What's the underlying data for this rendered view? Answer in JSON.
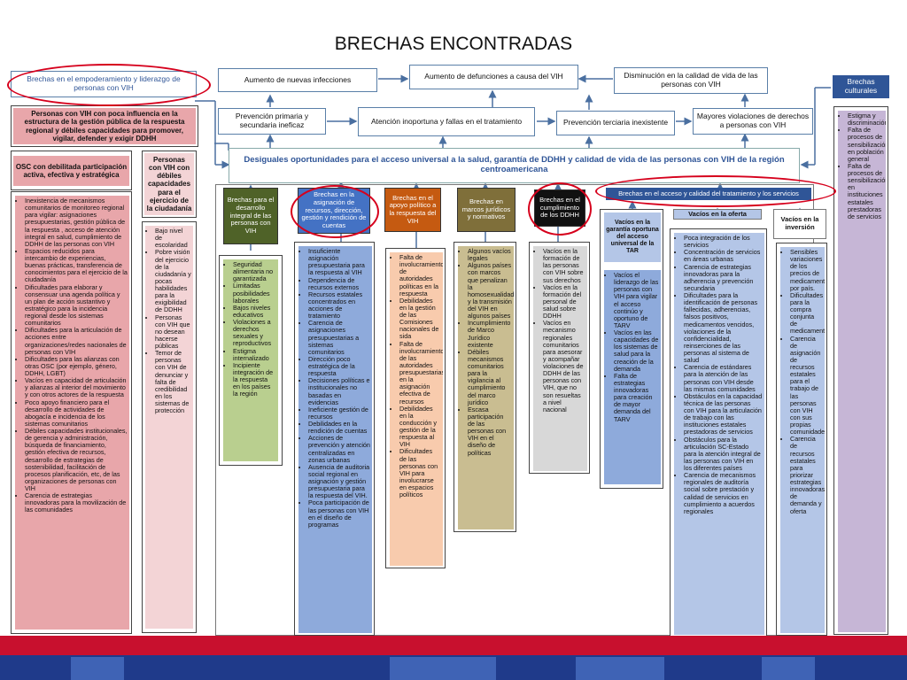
{
  "title": "BRECHAS ENCONTRADAS",
  "top_left_header": "Brechas en el empoderamiento y liderazgo de personas con VIH",
  "top_right_header": "Brechas culturales",
  "effects": {
    "aumento_infecciones": "Aumento de nuevas infecciones",
    "aumento_defunciones": "Aumento de defunciones a causa del VIH",
    "disminucion_calidad": "Disminución en la calidad de vida de las personas con VIH",
    "prevencion_primaria": "Prevención primaria y secundaria ineficaz",
    "atencion_inoportuna": "Atención inoportuna y fallas en el tratamiento",
    "prevencion_terciaria": "Prevención terciaria inexistente",
    "mayores_violaciones": "Mayores violaciones de derechos a personas con VIH"
  },
  "central_banner": "Desiguales oportunidades para el acceso universal a la salud, garantía de DDHH y calidad de vida de las personas con VIH de la región centroamericana",
  "left": {
    "personas_header": "Personas con VIH con poca influencia en la estructura de la gestión pública de la respuesta regional y débiles capacidades para promover, vigilar, defender y exigir DDHH",
    "osc_header": "OSC con debilitada participación activa, efectiva y estratégica",
    "personas_debiles_header": "Personas con VIH con débiles capacidades para el ejercicio de la ciudadanía",
    "osc_items": [
      "Inexistencia de mecanismos comunitarios de monitoreo regional para vigilar: asignaciones presupuestarias, gestión pública de la respuesta , acceso de atención integral en salud, cumplimiento de DDHH de las personas con VIH",
      "Espacios reducidos para intercambio de experiencias, buenas prácticas, transferencia de conocimientos para el ejercicio de la ciudadanía",
      "Dificultades para elaborar y consensuar una agenda política y un plan de acción sustantivo y estratégico para la incidencia regional desde los sistemas comunitarios",
      "Dificultades para la articulación de acciones entre organizaciones/redes nacionales de personas con VIH",
      "Dificultades para las alianzas con otras OSC (por ejemplo, género, DDHH, LGBT)",
      "Vacíos en capacidad de articulación y alianzas al interior del movimiento y con otros actores de la respuesta",
      "Poco apoyo financiero para el desarrollo de actividades de abogacía e incidencia de los sistemas comunitarios",
      "Débiles capacidades institucionales, de gerencia y administración, búsqueda de financiamiento, gestión efectiva de recursos, desarrollo de estrategias de sostenibilidad, facilitación de procesos planificación, etc, de las organizaciones  de personas con VIH",
      "Carencia de estrategias innovadoras para la movilización de las comunidades"
    ],
    "ciudadania_items": [
      "Bajo nivel de escolaridad",
      "Pobre visión del ejercicio de la ciudadanía y pocas habilidades para la exigibilidad de DDHH",
      "Personas con VIH que no desean hacerse públicas",
      "Temor de personas con VIH de denunciar y falta de credibilidad en los sistemas de protección"
    ]
  },
  "columns": {
    "desarrollo_header": "Brechas para el desarrollo integral de las personas con VIH",
    "desarrollo_items": [
      "Seguridad alimentaria no garantizada",
      "Limitadas posibilidades laborales",
      "Bajos niveles educativos",
      "Violaciones a derechos sexuales y reproductivos",
      "Estigma internalizado",
      "Incipiente integración de la respuesta en los países la región"
    ],
    "asignacion_header": "Brechas en la asignación de recursos, dirección, gestión y rendición de cuentas",
    "asignacion_items": [
      "Insuficiente asignación presupuestaria para la respuesta al VIH",
      "Dependencia de recursos externos",
      "Recursos estatales concentrados en acciones de tratamiento",
      "Carencia  de asignaciones presupuestarias a sistemas comunitarios",
      "Dirección poco estratégica de  la respuesta",
      "Decisiones políticas  e institucionales no basadas en evidencias",
      "Ineficiente gestión de recursos",
      "Debilidades en la rendición de cuentas",
      "Acciones de prevención y atención centralizadas en zonas urbanas",
      "Ausencia de auditoria social regional  en asignación y gestión presupuestaria para la respuesta del VIH.",
      "Poca participación de las personas con VIH en el diseño de programas"
    ],
    "apoyo_header": "Brechas en el apoyo político a la respuesta del VIH",
    "apoyo_items": [
      "Falta de involucramiento de autoridades políticas en la respuesta",
      "Debilidades en la gestión de las Comisiones nacionales de sida",
      "Falta de involucramiento de las autoridades presupuestarias en la asignación efectiva de recursos",
      "Debilidades en la conducción y gestión de la respuesta al VIH",
      "Dificultades de las personas con VIH para involucrarse en espacios políticos"
    ],
    "marcos_header": "Brechas en marcos jurídicos y normativos",
    "marcos_items": [
      "Algunos vacíos legales",
      "Algunos países con marcos que penalizan la homosexualidad y  la transmisión del VIH en algunos países",
      "Incumplimiento de Marco Jurídico existente",
      "Débiles mecanismos comunitarios para la vigilancia al cumplimiento del marco jurídico",
      "Escasa participación de las personas con VIH en el diseño de políticas"
    ],
    "cumplimiento_header": "Brechas en el cumplimiento de los DDHH",
    "cumplimiento_items": [
      "Vacíos en la formación de las personas con VIH sobre sus derechos",
      "Vacíos en la formación del personal de salud sobre DDHH",
      "Vacíos en mecanismo regionales comunitarios para asesorar y acompañar violaciones de DDHH de las personas con VIH, que no son resueltas a nivel nacional"
    ],
    "acceso_header": "Brechas en el acceso y calidad del tratamiento y los servicios",
    "garantia_header": "Vacíos en la garantía oportuna del acceso universal de la TAR",
    "garantia_items": [
      "Vacíos el liderazgo de las personas con VIH para vigilar el acceso continúo y oportuno de TARV",
      "Vacíos en las capacidades de los sistemas de salud para la creación de la demanda",
      "Falta de estrategias innovadoras para creación de mayor demanda del TARV"
    ],
    "oferta_header": "Vacíos en la oferta",
    "oferta_items": [
      "Poca integración de los servicios",
      "Concentración de servicios en áreas urbanas",
      "Carencia de estrategias innovadoras para la adherencia y prevención secundaria",
      "Dificultades para  la identificación de personas fallecidas, adherencias, falsos positivos, medicamentos vencidos, violaciones de la confidencialidad, reinserciones de las personas al sistema de salud",
      "Carencia de estándares para la atención de las personas con VIH desde las mismas comunidades",
      "Obstáculos en la capacidad técnica de las personas con VIH para la articulación de trabajo con las instituciones estatales prestadoras de servicios",
      "Obstáculos para la articulación SC-Estado para la atención integral de las personas con VIH en los diferentes países",
      "Carencia de mecanismos regionales de auditoría social sobre prestación y calidad de servicios en cumplimiento a acuerdos regionales"
    ],
    "inversion_header": "Vacíos en la inversión",
    "inversion_items": [
      "Sensibles variaciones de los precios de medicamentos por país.",
      "Dificultades para la compra conjunta de medicamentos.",
      "Carencia de asignación de recursos estatales para el trabajo de las personas con VIH con sus propias comunidades",
      "Carencia de recursos estatales para priorizar estrategias innovadoras de demanda y oferta"
    ],
    "culturales_items": [
      "Estigma y discriminación",
      "Falta de procesos de sensibilización en población general",
      "Falta de procesos de sensibilización en instituciones estatales prestadoras de servicios"
    ]
  },
  "colors": {
    "central_text": "#2f5597",
    "red_circle": "#d6001c",
    "pink": "#e8a6aa",
    "green": "#b9cf8f",
    "blue": "#8eaadb",
    "peach": "#f8cbad",
    "tan": "#c9bd91",
    "grey": "#d8d8d8",
    "purple": "#c6b6d6"
  }
}
